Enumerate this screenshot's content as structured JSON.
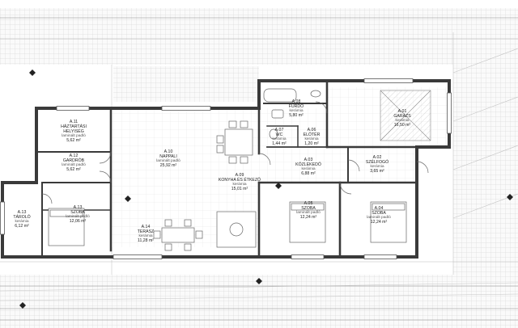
{
  "plan": {
    "rooms": [
      {
        "id": "garazs",
        "code": "A.01",
        "name": "GARÁZS",
        "floor": "kerámia",
        "area": "16,50 m²"
      },
      {
        "id": "szelfogo",
        "code": "A.02",
        "name": "SZÉLFOGÓ",
        "floor": "kerámia",
        "area": "3,65 m²"
      },
      {
        "id": "kozlekedo",
        "code": "A.03",
        "name": "KÖZLEKEDŐ",
        "floor": "kerámia",
        "area": "6,88 m²"
      },
      {
        "id": "szoba-a04",
        "code": "A.04",
        "name": "SZOBA",
        "floor": "laminált padló",
        "area": "12,24 m²"
      },
      {
        "id": "szoba-a05",
        "code": "A.05",
        "name": "SZOBA",
        "floor": "laminált padló",
        "area": "12,24 m²"
      },
      {
        "id": "eloter",
        "code": "A.06",
        "name": "ELŐTÉR",
        "floor": "kerámia",
        "area": "1,20 m²"
      },
      {
        "id": "wc",
        "code": "A.07",
        "name": "WC",
        "floor": "kerámia",
        "area": "1,44 m²"
      },
      {
        "id": "furdo",
        "code": "A.08",
        "name": "FÜRDŐ",
        "floor": "kerámia",
        "area": "5,80 m²"
      },
      {
        "id": "konyha",
        "code": "A.09",
        "name": "KONYHA ÉS ÉTKEZŐ",
        "floor": "kerámia",
        "area": "15,01 m²"
      },
      {
        "id": "nappali",
        "code": "A.10",
        "name": "NAPPALI",
        "floor": "laminált padló",
        "area": "25,92 m²"
      },
      {
        "id": "haztartasi",
        "code": "A.11",
        "name1": "HÁZTARTÁSI",
        "name2": "HELYISÉG",
        "floor": "laminált padló",
        "area": "5,62 m²"
      },
      {
        "id": "gardrob",
        "code": "A.12",
        "name": "GARDRÓB",
        "floor": "laminált padló",
        "area": "5,62 m²"
      },
      {
        "id": "szoba-a13",
        "code": "A.13",
        "name": "SZOBA",
        "floor": "laminált padló",
        "area": "12,06 m²"
      },
      {
        "id": "tarolo",
        "code": "A.13",
        "name": "TÁROLÓ",
        "floor": "kerámia",
        "area": "6,12 m²"
      },
      {
        "id": "terasz",
        "code": "A.14",
        "name": "TERASZ",
        "floor": "kerámia",
        "area": "11,28 m²"
      }
    ]
  }
}
